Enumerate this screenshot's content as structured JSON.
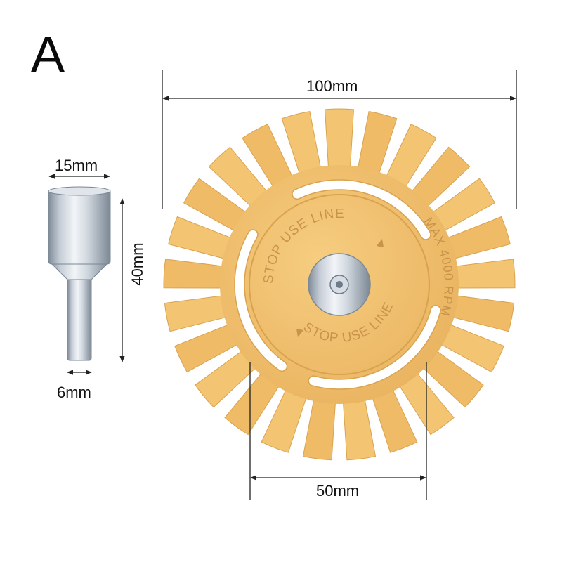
{
  "panel": {
    "letter": "A"
  },
  "dimensions": {
    "wheel_diameter": "100mm",
    "wheel_hub": "50mm",
    "shank_head_width": "15mm",
    "shank_length": "40mm",
    "shank_tip_width": "6mm"
  },
  "wheel_markings": {
    "line_label": "STOP USE LINE",
    "speed_rating": "MAX 4000 RPM"
  },
  "wheel": {
    "tooth_count": 25
  },
  "colors": {
    "wheel": "#f1bf6a",
    "wheel_hub": "#ecb864",
    "wheel_shadow": "#d9a24f",
    "embossed_text": "#c9944a",
    "metal_light": "#e6ecf2",
    "metal_dark": "#8a96a3",
    "dimension_line": "#222222",
    "background": "#ffffff"
  }
}
